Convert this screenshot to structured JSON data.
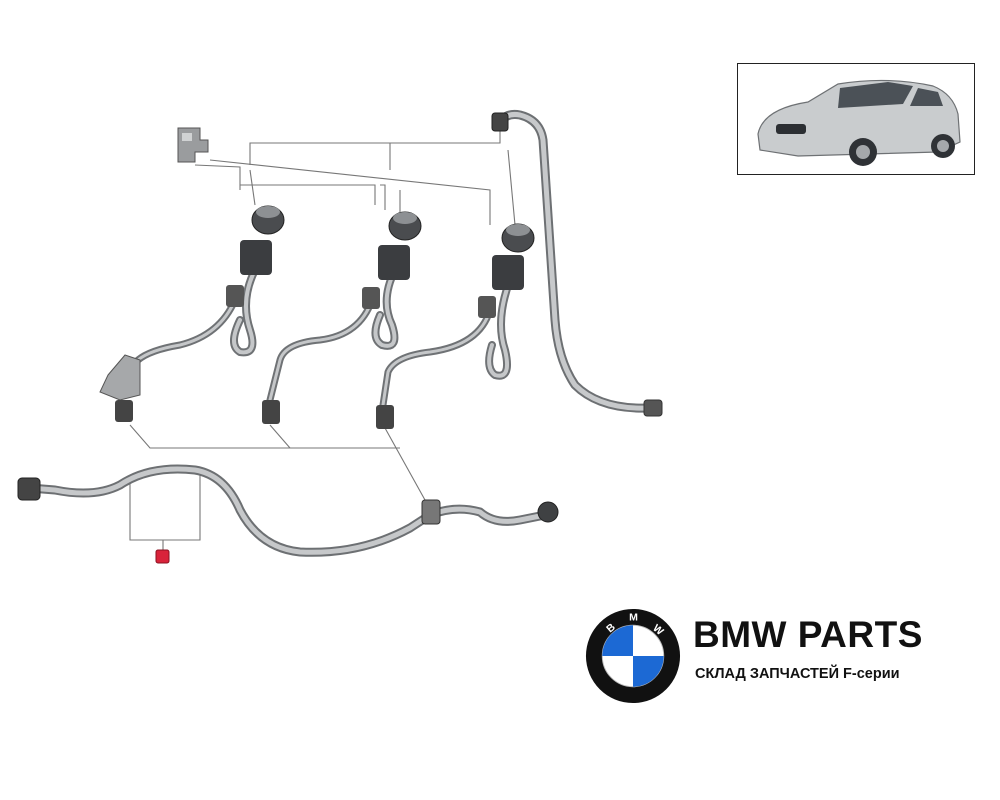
{
  "brand": {
    "title": "BMW PARTS",
    "subtitle": "СКЛАД ЗАПЧАСТЕЙ F-серии",
    "logo_letters": "BMW",
    "colors": {
      "blue": "#1c69d4",
      "ring": "#111111",
      "accent_part": "#d9233a"
    }
  },
  "diagram": {
    "description_icons": [
      "car-thumbnail-icon",
      "bmw-roundel-icon"
    ],
    "highlighted_part_color": "#d9233a",
    "pipe_color": "#8a8d90"
  }
}
